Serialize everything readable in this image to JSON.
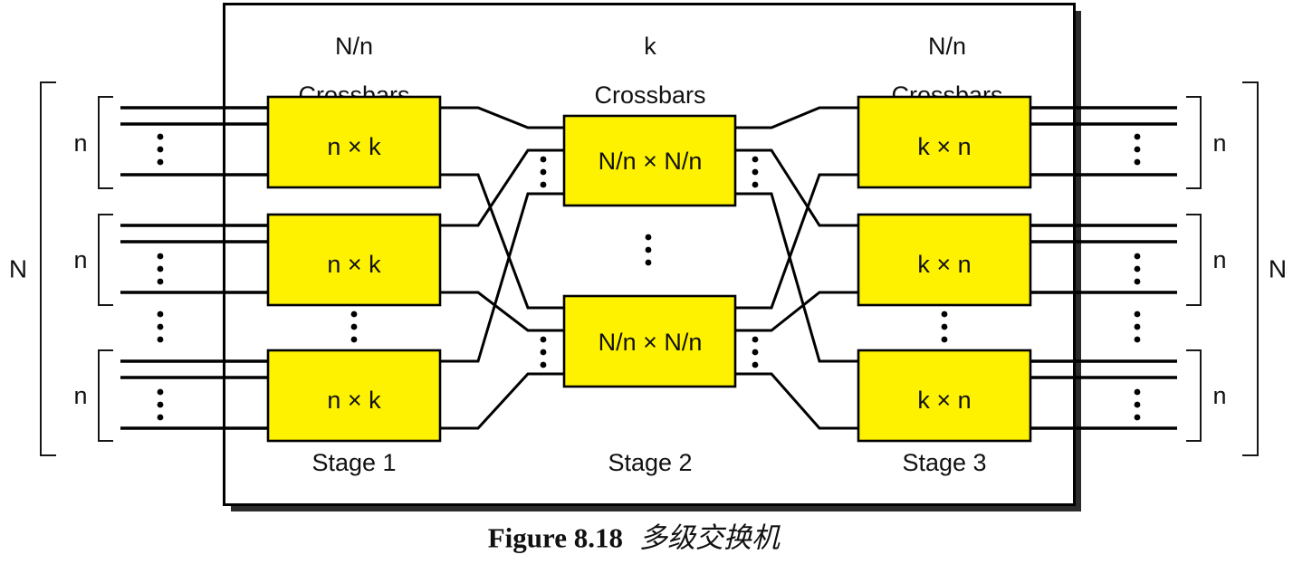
{
  "colors": {
    "box_fill": "#FEF200",
    "caption_blue": "#3B38C8",
    "shadow": "#2B2B2B"
  },
  "stages": [
    {
      "header_line1": "N/n",
      "header_line2": "Crossbars",
      "box_label": "n × k",
      "stage_label": "Stage 1"
    },
    {
      "header_line1": "k",
      "header_line2": "Crossbars",
      "box_label": "N/n × N/n",
      "stage_label": "Stage 2"
    },
    {
      "header_line1": "N/n",
      "header_line2": "Crossbars",
      "box_label": "k × n",
      "stage_label": "Stage 3"
    }
  ],
  "labels": {
    "group_size": "n",
    "total_size": "N"
  },
  "caption": {
    "figure_number": "Figure 8.18",
    "title": "多级交换机"
  }
}
